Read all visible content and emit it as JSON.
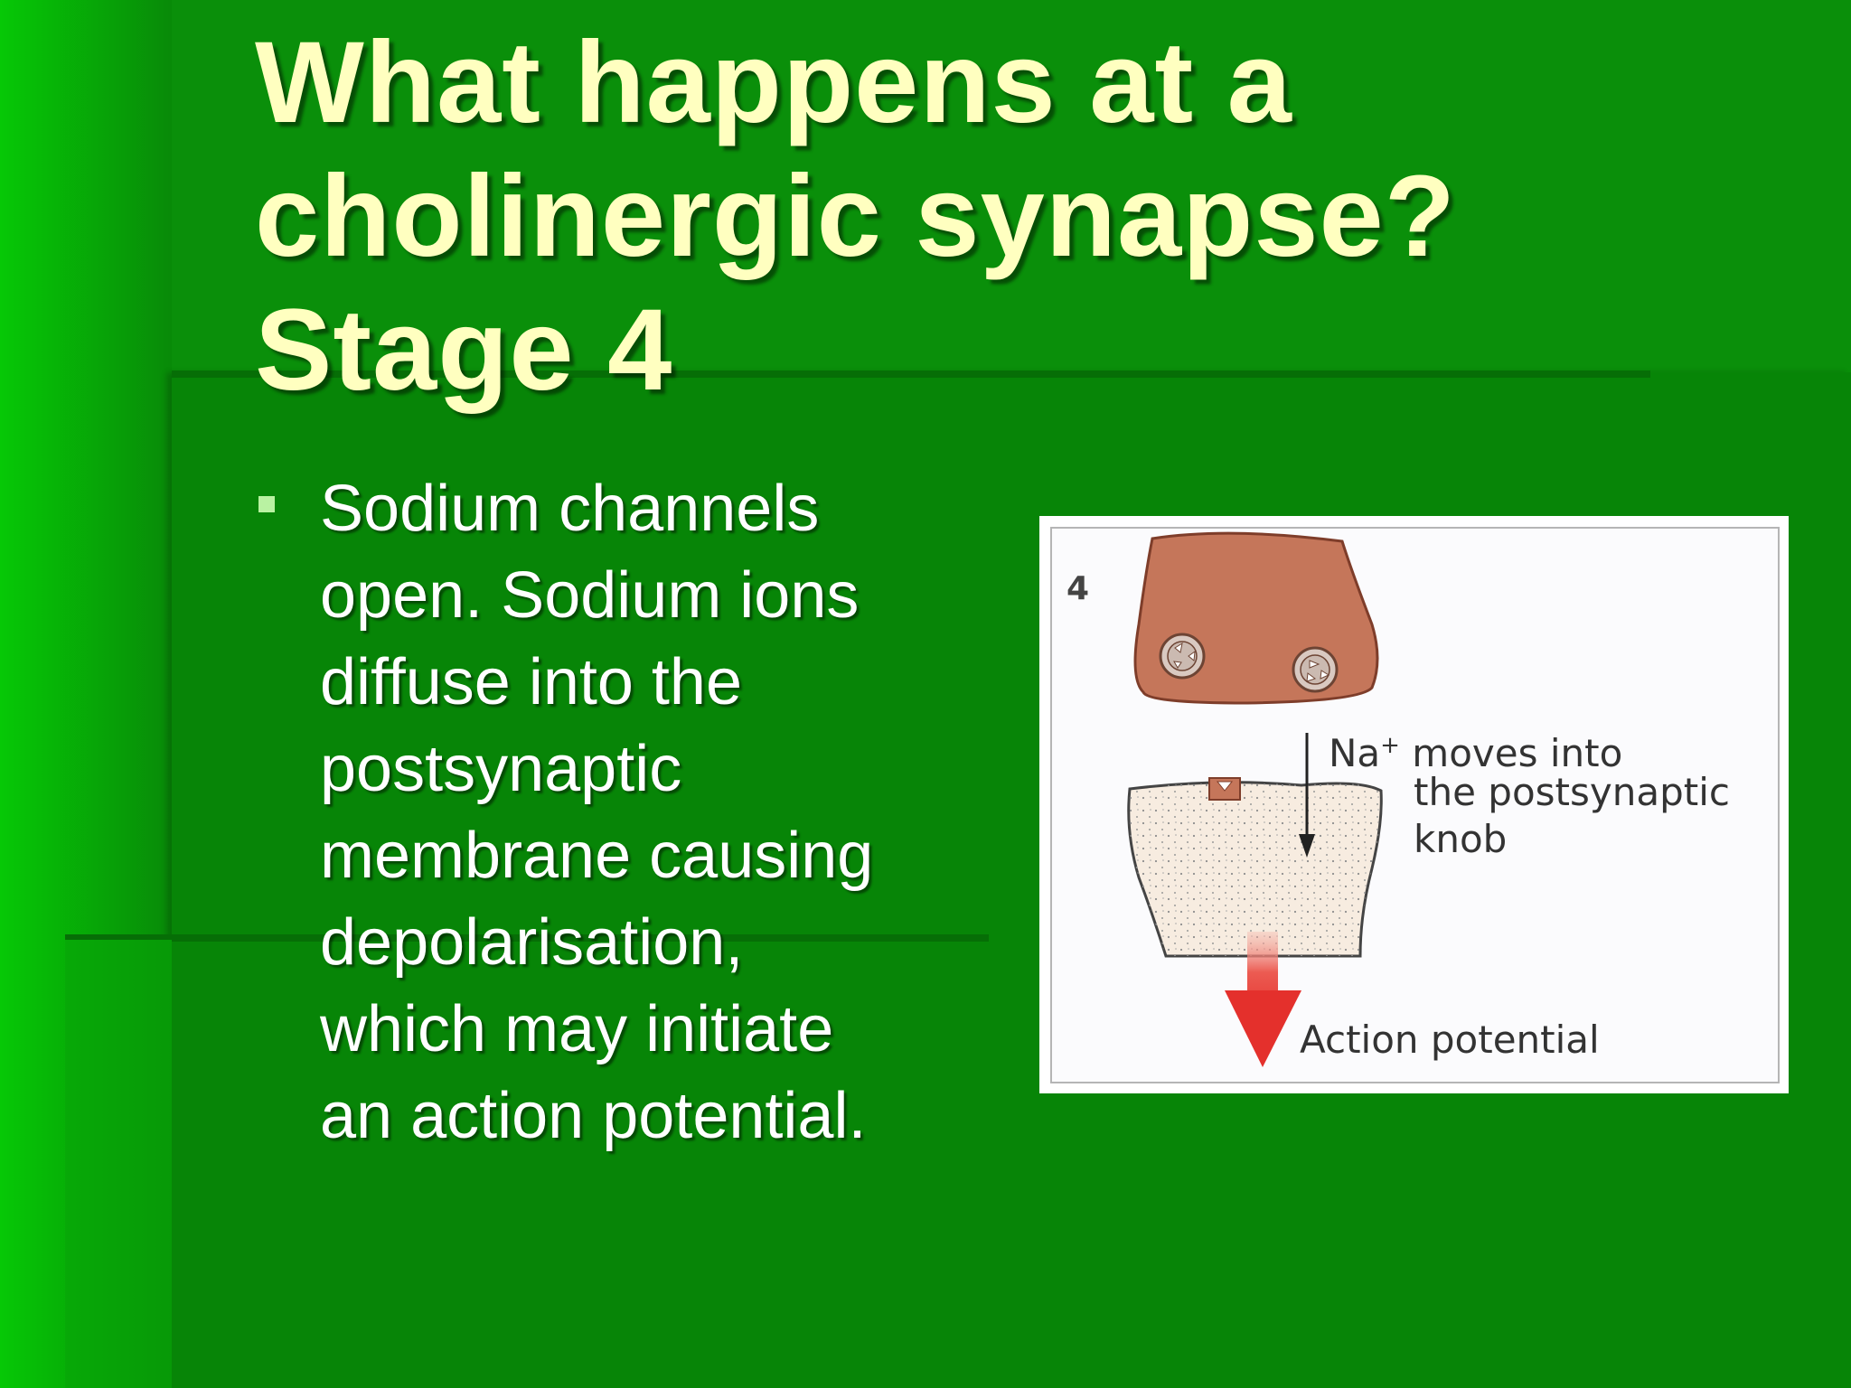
{
  "slide": {
    "title_lines": [
      "What happens at a",
      "cholinergic synapse?",
      "Stage 4"
    ],
    "bullets": [
      {
        "lines": [
          "Sodium channels",
          "open.  Sodium ions",
          "diffuse into the",
          "postsynaptic",
          "membrane causing",
          "depolarisation,",
          "which may initiate",
          "an action potential."
        ]
      }
    ]
  },
  "figure": {
    "stage_number": "4",
    "label_na_prefix": "Na",
    "label_na_sup": "+",
    "label_moves_line1": " moves into",
    "label_moves_line2": "the postsynaptic",
    "label_moves_line3": "knob",
    "label_action": "Action potential"
  },
  "colors": {
    "title": "#ffffc0",
    "bullet_marker": "#b9f2a2",
    "background": "#088a08",
    "presynaptic_knob": "#c5765a",
    "arrow": "#e83a35"
  }
}
